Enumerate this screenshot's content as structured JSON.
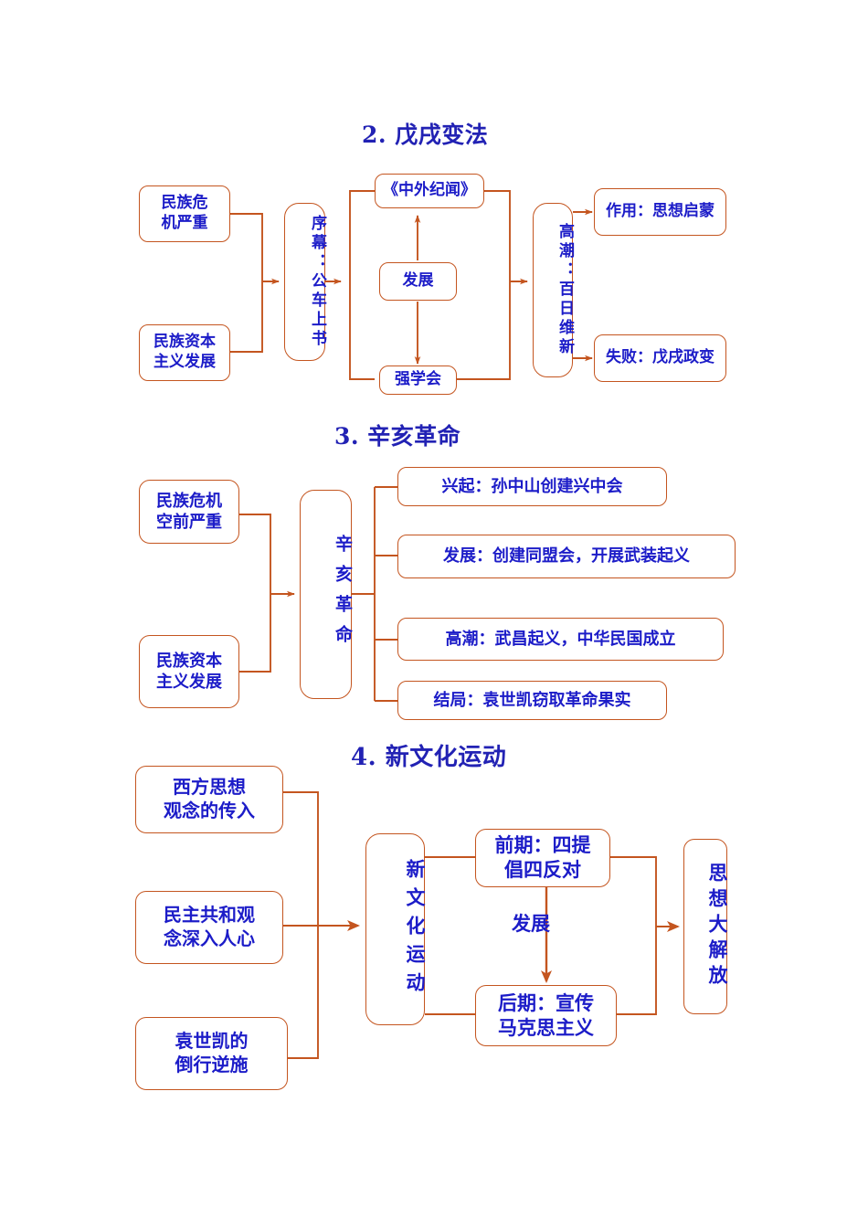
{
  "document": {
    "kind": "flowchart-worksheet",
    "accent_border_color": "#C4551F",
    "text_color": "#1C1CC8",
    "title_color": "#2222B4",
    "background": "#FFFFFF"
  },
  "sections": [
    {
      "id": "section-2",
      "title": "2. 戊戌变法",
      "nodes": {
        "cause_1": "民族危\n机严重",
        "cause_2": "民族资本\n主义发展",
        "prelude": "序幕：公车上书",
        "journal": "《中外纪闻》",
        "development": "发展",
        "society": "强学会",
        "climax": "高潮：百日维新",
        "effect": "作用：思想启蒙",
        "failure": "失败：戊戌政变"
      }
    },
    {
      "id": "section-3",
      "title": "3. 辛亥革命",
      "nodes": {
        "cause_1": "民族危机\n空前严重",
        "cause_2": "民族资本\n主义发展",
        "center": "辛亥革命",
        "stage_1": "兴起：孙中山创建兴中会",
        "stage_2": "发展：创建同盟会，开展武装起义",
        "stage_3": "高潮：武昌起义，中华民国成立",
        "stage_4": "结局：袁世凯窃取革命果实"
      }
    },
    {
      "id": "section-4",
      "title": "4. 新文化运动",
      "nodes": {
        "cause_1": "西方思想\n观念的传入",
        "cause_2": "民主共和观\n念深入人心",
        "cause_3": "袁世凯的\n倒行逆施",
        "center": "新文化运动",
        "early": "前期：四提\n倡四反对",
        "arrow_label": "发展",
        "late": "后期：宣传\n马克思主义",
        "result": "思想大解放"
      }
    }
  ],
  "chart_data": {
    "type": "diagram",
    "title": "中国近代化探索思维导图",
    "subgraphs": [
      {
        "name": "2. 戊戌变法",
        "nodes": [
          "民族危机严重",
          "民族资本主义发展",
          "序幕：公车上书",
          "《中外纪闻》",
          "发展",
          "强学会",
          "高潮：百日维新",
          "作用：思想启蒙",
          "失败：戊戌政变"
        ],
        "edges": [
          [
            "民族危机严重",
            "序幕：公车上书"
          ],
          [
            "民族资本主义发展",
            "序幕：公车上书"
          ],
          [
            "序幕：公车上书",
            "《中外纪闻》"
          ],
          [
            "序幕：公车上书",
            "强学会"
          ],
          [
            "发展",
            "《中外纪闻》"
          ],
          [
            "发展",
            "强学会"
          ],
          [
            "《中外纪闻》",
            "高潮：百日维新"
          ],
          [
            "强学会",
            "高潮：百日维新"
          ],
          [
            "高潮：百日维新",
            "作用：思想启蒙"
          ],
          [
            "高潮：百日维新",
            "失败：戊戌政变"
          ]
        ]
      },
      {
        "name": "3. 辛亥革命",
        "nodes": [
          "民族危机空前严重",
          "民族资本主义发展",
          "辛亥革命",
          "兴起：孙中山创建兴中会",
          "发展：创建同盟会，开展武装起义",
          "高潮：武昌起义，中华民国成立",
          "结局：袁世凯窃取革命果实"
        ],
        "edges": [
          [
            "民族危机空前严重",
            "辛亥革命"
          ],
          [
            "民族资本主义发展",
            "辛亥革命"
          ],
          [
            "辛亥革命",
            "兴起：孙中山创建兴中会"
          ],
          [
            "辛亥革命",
            "发展：创建同盟会，开展武装起义"
          ],
          [
            "辛亥革命",
            "高潮：武昌起义，中华民国成立"
          ],
          [
            "辛亥革命",
            "结局：袁世凯窃取革命果实"
          ]
        ]
      },
      {
        "name": "4. 新文化运动",
        "nodes": [
          "西方思想观念的传入",
          "民主共和观念深入人心",
          "袁世凯的倒行逆施",
          "新文化运动",
          "前期：四提倡四反对",
          "后期：宣传马克思主义",
          "思想大解放"
        ],
        "edges": [
          [
            "西方思想观念的传入",
            "新文化运动"
          ],
          [
            "民主共和观念深入人心",
            "新文化运动"
          ],
          [
            "袁世凯的倒行逆施",
            "新文化运动"
          ],
          [
            "新文化运动",
            "前期：四提倡四反对"
          ],
          [
            "新文化运动",
            "后期：宣传马克思主义"
          ],
          [
            "前期：四提倡四反对",
            "后期：宣传马克思主义",
            "发展"
          ],
          [
            "前期：四提倡四反对",
            "思想大解放"
          ],
          [
            "后期：宣传马克思主义",
            "思想大解放"
          ]
        ]
      }
    ]
  }
}
